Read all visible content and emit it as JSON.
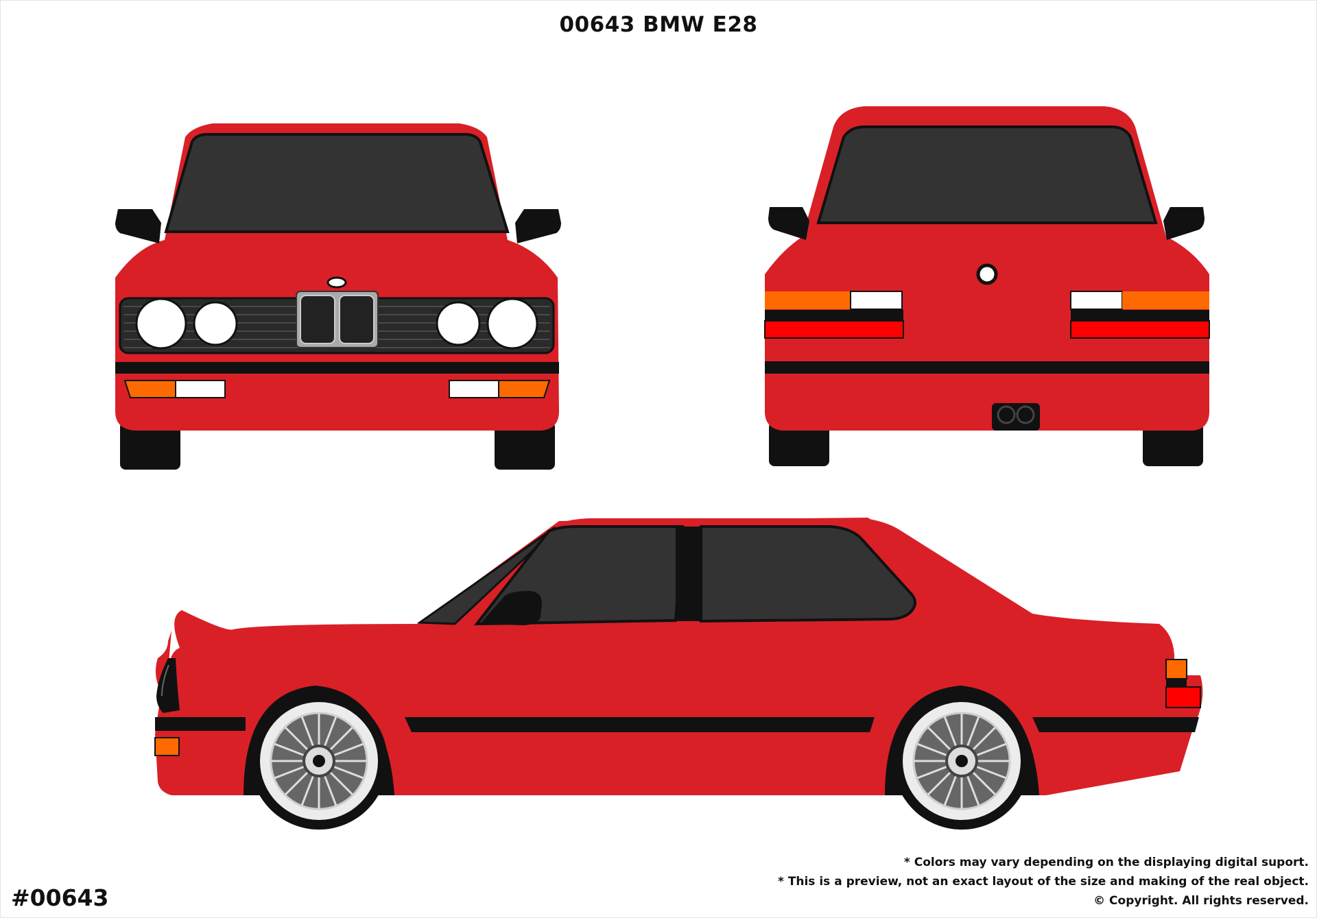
{
  "title": "00643 BMW E28",
  "product_code": "#00643",
  "notes": [
    "* Colors may vary depending on the displaying digital suport.",
    "* This is a preview, not an exact layout of the size and making of the real object.",
    "© Copyright. All rights reserved."
  ],
  "colors": {
    "body": "#d92027",
    "glass": "#333333",
    "trim": "#111111",
    "indicator": "#ff6a00",
    "taillight": "#ff0000"
  }
}
